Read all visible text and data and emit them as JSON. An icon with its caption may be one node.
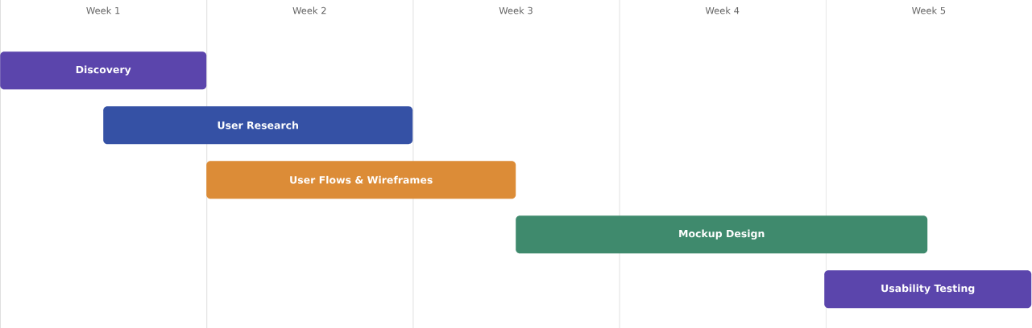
{
  "diagram": {
    "nodes": [
      {
        "text": [
          "Discovery"
        ]
      },
      {
        "text": [
          "User Research"
        ]
      },
      {
        "text": [
          "User Flows & Wireframes"
        ]
      },
      {
        "text": [
          "Mockup Design"
        ]
      },
      {
        "text": [
          "Usability Testing"
        ]
      }
    ],
    "labels": [
      "Week 1",
      "Week 2",
      "Week 3",
      "Week 4",
      "Week 5"
    ]
  }
}
